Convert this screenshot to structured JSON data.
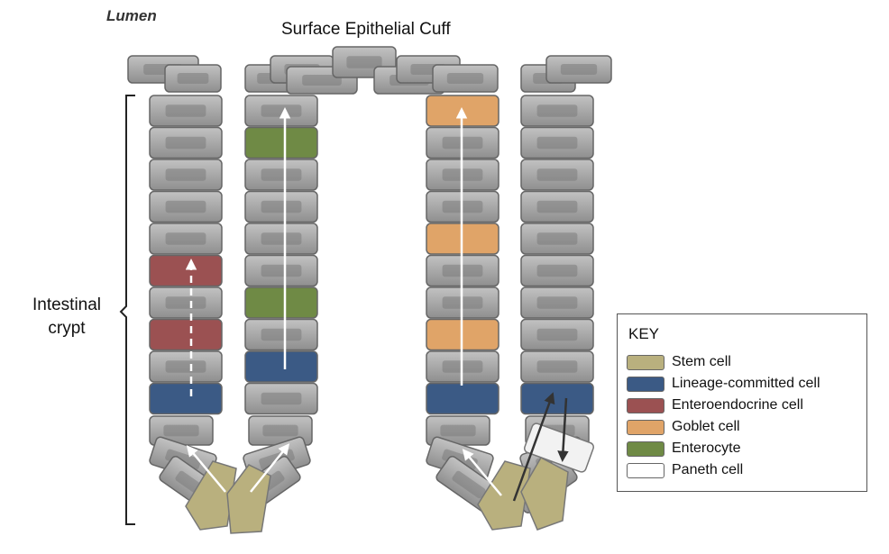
{
  "labels": {
    "lumen": "Lumen",
    "surface": "Surface Epithelial Cuff",
    "crypt_line1": "Intestinal",
    "crypt_line2": "crypt"
  },
  "key": {
    "title": "KEY",
    "items": [
      {
        "label": "Stem cell",
        "color": "#b9b07e"
      },
      {
        "label": "Lineage-committed cell",
        "color": "#3b5a85"
      },
      {
        "label": "Enteroendocrine cell",
        "color": "#9b5152"
      },
      {
        "label": "Goblet cell",
        "color": "#e0a468"
      },
      {
        "label": "Enterocyte",
        "color": "#6f8a45"
      },
      {
        "label": "Paneth cell",
        "color": "#ffffff"
      }
    ]
  },
  "colors": {
    "cell_gray": "#9e9e9e",
    "cell_inner": "#7b7b7b",
    "stem": "#b9b07e",
    "lineage": "#3b5a85",
    "enteroendocrine": "#9b5152",
    "goblet": "#e0a468",
    "enterocyte": "#6f8a45",
    "paneth": "#f2f2f2"
  }
}
